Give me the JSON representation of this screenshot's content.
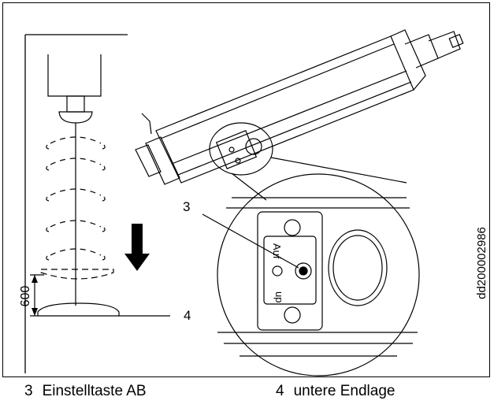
{
  "figure": {
    "callouts": {
      "key": "3",
      "endpos": "4",
      "distance": "600"
    },
    "side_id": "dd200002986",
    "button_labels": {
      "auf": "Auf",
      "up": "up"
    }
  },
  "legend": [
    {
      "num": "3",
      "text": "Einstelltaste AB"
    },
    {
      "num": "4",
      "text": "untere Endlage"
    }
  ]
}
